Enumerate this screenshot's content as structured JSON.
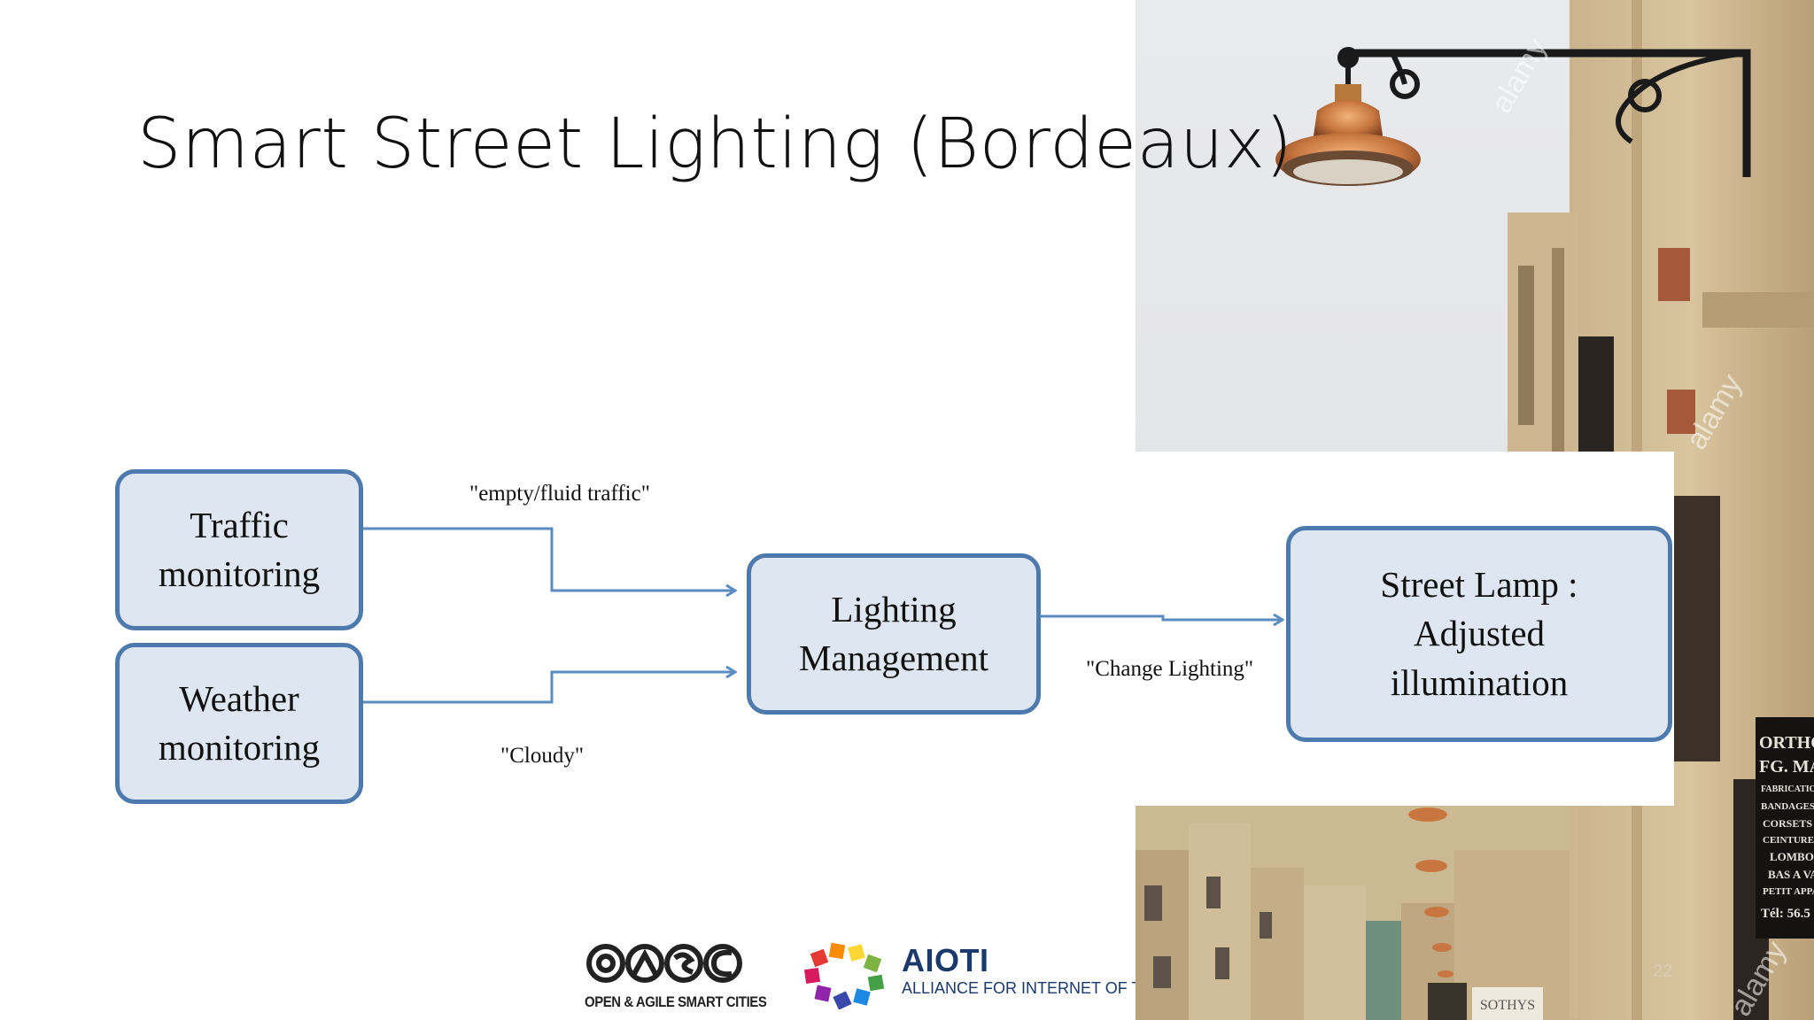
{
  "slide": {
    "title": "Smart Street Lighting (Bordeaux)",
    "page_number": "22"
  },
  "diagram": {
    "nodes": {
      "traffic": [
        "Traffic",
        "monitoring"
      ],
      "weather": [
        "Weather",
        "monitoring"
      ],
      "management": [
        "Lighting",
        "Management"
      ],
      "lamp": [
        "Street Lamp :",
        "Adjusted",
        "illumination"
      ]
    },
    "edge_labels": {
      "traffic_to_management": "\"empty/fluid traffic\"",
      "weather_to_management": "\"Cloudy\"",
      "management_to_lamp": "\"Change Lighting\""
    }
  },
  "photo": {
    "watermark": "alamy",
    "sign_lines": [
      "ORTHOP",
      "FG. MAU",
      "FABRICATION SU",
      "BANDAGES HE",
      "CORSETS M",
      "CEINTURES M",
      "LOMBOS",
      "BAS A VA",
      "PETIT APPA",
      "Tél: 56.5"
    ],
    "shop_sign": "SOTHYS"
  },
  "footer": {
    "oasc_text": "OPEN & AGILE SMART CITIES",
    "aioti_name": "AIOTI",
    "aioti_subtitle": "ALLIANCE FOR INTERNET OF THINGS INNOVATION"
  },
  "colors": {
    "box_fill": "#dde6f1",
    "box_border": "#4e79ad",
    "arrow": "#5b8cc2",
    "aioti_blue": "#1b3a6b"
  }
}
